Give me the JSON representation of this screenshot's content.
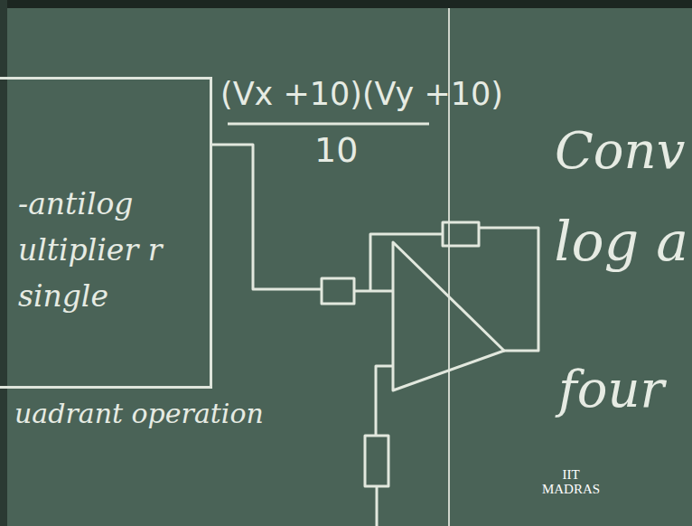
{
  "diagram": {
    "nodes": [
      {
        "text": [
          "-antilog ultiplier r single"
        ]
      }
    ],
    "edges": [],
    "labels": [
      "uadrant operation",
      "(Vx +10)(Vy +10)",
      "10",
      "Conv",
      "log a",
      "four",
      "IIT MADRAS"
    ]
  }
}
